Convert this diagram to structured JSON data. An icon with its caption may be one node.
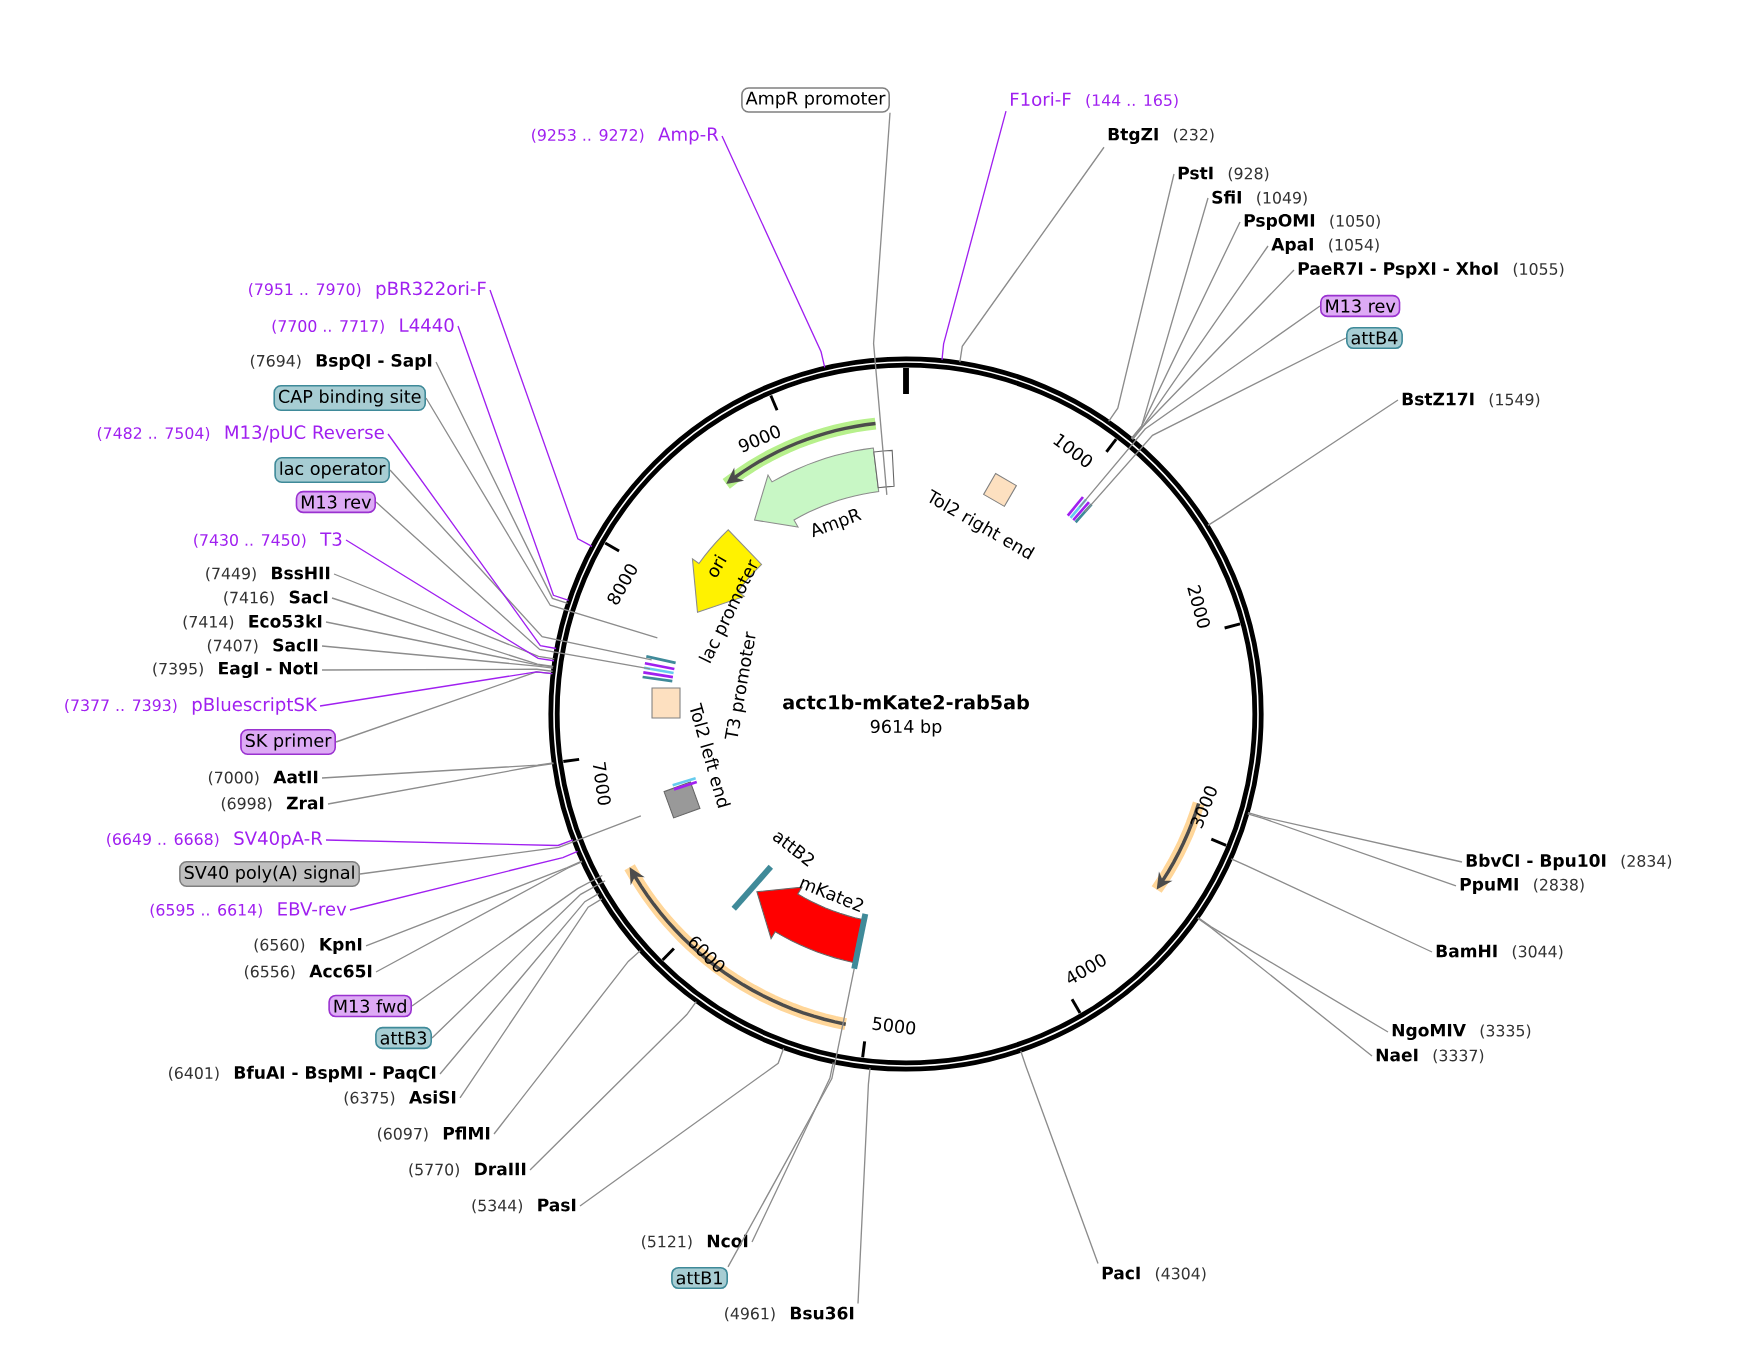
{
  "diagram": {
    "title": "actc1b-mKate2-rab5ab",
    "nodes": [
      {
        "text": [
          "(9253 .. 9272)",
          "Amp-R"
        ]
      },
      {
        "text": [
          "AmpR promoter"
        ]
      },
      {
        "text": [
          "F1ori-F",
          "(144 .. 165)"
        ]
      },
      {
        "text": [
          "BtgZI",
          "(232)"
        ]
      },
      {
        "text": [
          "PstI",
          "(928)"
        ]
      },
      {
        "text": [
          "SfiI",
          "(1049)"
        ]
      },
      {
        "text": [
          "PspOMI",
          "(1050)"
        ]
      },
      {
        "text": [
          "ApaI",
          "(1054)"
        ]
      },
      {
        "text": [
          "PaeR7I - PspXI - XhoI",
          "(1055)"
        ]
      },
      {
        "text": [
          "M13 rev"
        ]
      },
      {
        "text": [
          "attB4"
        ]
      },
      {
        "text": [
          "BstZ17I",
          "(1549)"
        ]
      },
      {
        "text": [
          "BbvCI - Bpu10I",
          "(2834)"
        ]
      },
      {
        "text": [
          "PpuMI",
          "(2838)"
        ]
      },
      {
        "text": [
          "BamHI",
          "(3044)"
        ]
      },
      {
        "text": [
          "NgoMIV",
          "(3335)"
        ]
      },
      {
        "text": [
          "NaeI",
          "(3337)"
        ]
      },
      {
        "text": [
          "PacI",
          "(4304)"
        ]
      },
      {
        "text": [
          "(4961)",
          "Bsu36I"
        ]
      },
      {
        "text": [
          "attB1"
        ]
      },
      {
        "text": [
          "(5121)",
          "NcoI"
        ]
      },
      {
        "text": [
          "(5344)",
          "PasI"
        ]
      },
      {
        "text": [
          "(5770)",
          "DraIII"
        ]
      },
      {
        "text": [
          "(6097)",
          "PflMI"
        ]
      },
      {
        "text": [
          "(6375)",
          "AsiSI"
        ]
      },
      {
        "text": [
          "(6401)",
          "BfuAI - BspMI - PaqCI"
        ]
      },
      {
        "text": [
          "attB3"
        ]
      },
      {
        "text": [
          "M13 fwd"
        ]
      },
      {
        "text": [
          "(6556)",
          "Acc65I"
        ]
      },
      {
        "text": [
          "(6560)",
          "KpnI"
        ]
      },
      {
        "text": [
          "(6595 .. 6614)",
          "EBV-rev"
        ]
      },
      {
        "text": [
          "SV40 poly(A) signal"
        ]
      },
      {
        "text": [
          "(6649 .. 6668)",
          "SV40pA-R"
        ]
      },
      {
        "text": [
          "(6998)",
          "ZraI"
        ]
      },
      {
        "text": [
          "(7000)",
          "AatII"
        ]
      },
      {
        "text": [
          "SK primer"
        ]
      },
      {
        "text": [
          "(7377 .. 7393)",
          "pBluescriptSK"
        ]
      },
      {
        "text": [
          "(7395)",
          "EagI - NotI"
        ]
      },
      {
        "text": [
          "(7407)",
          "SacII"
        ]
      },
      {
        "text": [
          "(7414)",
          "Eco53kI"
        ]
      },
      {
        "text": [
          "(7416)",
          "SacI"
        ]
      },
      {
        "text": [
          "(7449)",
          "BssHII"
        ]
      },
      {
        "text": [
          "(7430 .. 7450)",
          "T3"
        ]
      },
      {
        "text": [
          "M13 rev"
        ]
      },
      {
        "text": [
          "lac operator"
        ]
      },
      {
        "text": [
          "(7482 .. 7504)",
          "M13/pUC Reverse"
        ]
      },
      {
        "text": [
          "CAP binding site"
        ]
      },
      {
        "text": [
          "(7694)",
          "BspQI - SapI"
        ]
      },
      {
        "text": [
          "(7700 .. 7717)",
          "L4440"
        ]
      },
      {
        "text": [
          "(7951 .. 7970)",
          "pBR322ori-F"
        ]
      }
    ],
    "edges": [
      {
        "from": 0,
        "to": null,
        "arrow": "none",
        "color": "#a020f0"
      },
      {
        "from": 1,
        "to": null,
        "arrow": "none"
      },
      {
        "from": 2,
        "to": null,
        "arrow": "none",
        "color": "#a020f0"
      },
      {
        "from": 3,
        "to": null,
        "arrow": "none"
      },
      {
        "from": 4,
        "to": null,
        "arrow": "none"
      },
      {
        "from": 5,
        "to": null,
        "arrow": "none"
      },
      {
        "from": 6,
        "to": null,
        "arrow": "none"
      },
      {
        "from": 7,
        "to": null,
        "arrow": "none"
      },
      {
        "from": 8,
        "to": null,
        "arrow": "none"
      },
      {
        "from": 9,
        "to": null,
        "arrow": "none"
      },
      {
        "from": 10,
        "to": null,
        "arrow": "none"
      },
      {
        "from": 11,
        "to": null,
        "arrow": "none"
      },
      {
        "from": 12,
        "to": null,
        "arrow": "none"
      },
      {
        "from": 13,
        "to": null,
        "arrow": "none"
      },
      {
        "from": 14,
        "to": null,
        "arrow": "none"
      },
      {
        "from": 15,
        "to": null,
        "arrow": "none"
      },
      {
        "from": 16,
        "to": null,
        "arrow": "none"
      },
      {
        "from": 17,
        "to": null,
        "arrow": "none"
      },
      {
        "from": 18,
        "to": null,
        "arrow": "none"
      },
      {
        "from": 19,
        "to": null,
        "arrow": "none"
      },
      {
        "from": 20,
        "to": null,
        "arrow": "none"
      },
      {
        "from": 21,
        "to": null,
        "arrow": "none"
      },
      {
        "from": 22,
        "to": null,
        "arrow": "none"
      },
      {
        "from": 23,
        "to": null,
        "arrow": "none"
      },
      {
        "from": 24,
        "to": null,
        "arrow": "none"
      },
      {
        "from": 25,
        "to": null,
        "arrow": "none"
      },
      {
        "from": 26,
        "to": null,
        "arrow": "none"
      },
      {
        "from": 27,
        "to": null,
        "arrow": "none"
      },
      {
        "from": 28,
        "to": null,
        "arrow": "none"
      },
      {
        "from": 29,
        "to": null,
        "arrow": "none"
      },
      {
        "from": 30,
        "to": null,
        "arrow": "none",
        "color": "#a020f0"
      },
      {
        "from": 31,
        "to": null,
        "arrow": "none"
      },
      {
        "from": 32,
        "to": null,
        "arrow": "none",
        "color": "#a020f0"
      },
      {
        "from": 33,
        "to": null,
        "arrow": "none"
      },
      {
        "from": 34,
        "to": null,
        "arrow": "none"
      },
      {
        "from": 35,
        "to": null,
        "arrow": "none"
      },
      {
        "from": 36,
        "to": null,
        "arrow": "none",
        "color": "#a020f0"
      },
      {
        "from": 37,
        "to": null,
        "arrow": "none"
      },
      {
        "from": 38,
        "to": null,
        "arrow": "none"
      },
      {
        "from": 39,
        "to": null,
        "arrow": "none"
      },
      {
        "from": 40,
        "to": null,
        "arrow": "none"
      },
      {
        "from": 41,
        "to": null,
        "arrow": "none"
      },
      {
        "from": 42,
        "to": null,
        "arrow": "none",
        "color": "#a020f0"
      },
      {
        "from": 43,
        "to": null,
        "arrow": "none"
      },
      {
        "from": 44,
        "to": null,
        "arrow": "none"
      },
      {
        "from": 45,
        "to": null,
        "arrow": "none",
        "color": "#a020f0"
      },
      {
        "from": 46,
        "to": null,
        "arrow": "none"
      },
      {
        "from": 47,
        "to": null,
        "arrow": "none"
      },
      {
        "from": 48,
        "to": null,
        "arrow": "none",
        "color": "#a020f0"
      },
      {
        "from": 49,
        "to": null,
        "arrow": "none",
        "color": "#a020f0"
      }
    ],
    "labels": [
      "9614 bp",
      "AmpR",
      "ori",
      "lac promoter",
      "T3 promoter",
      "Tol2 right end",
      "Tol2 left end",
      "attB2",
      "mKate2",
      "1000",
      "2000",
      "3000",
      "4000",
      "5000",
      "6000",
      "7000",
      "8000",
      "9000"
    ]
  }
}
